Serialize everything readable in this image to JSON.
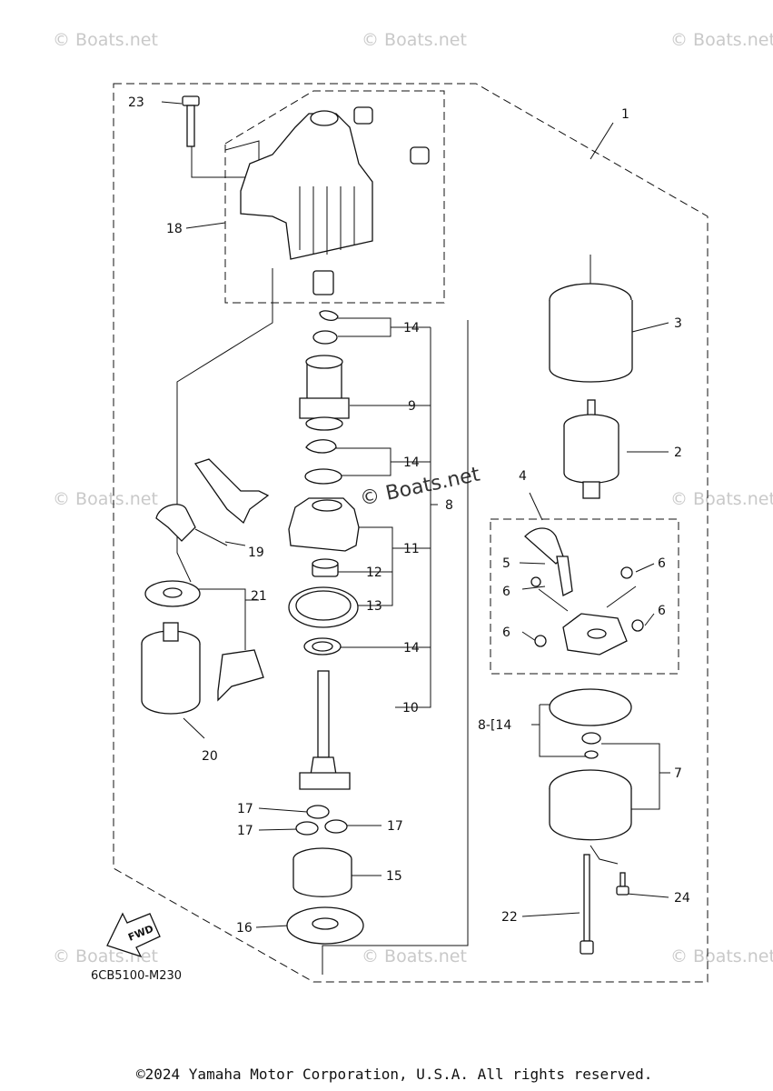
{
  "watermark": "© Boats.net",
  "callouts": {
    "n1": "1",
    "n2": "2",
    "n3": "3",
    "n4": "4",
    "n5": "5",
    "n6": "6",
    "n7": "7",
    "n8": "8",
    "n9": "9",
    "n10": "10",
    "n11": "11",
    "n12": "12",
    "n13": "13",
    "n14": "14",
    "n15": "15",
    "n16": "16",
    "n17": "17",
    "n18": "18",
    "n19": "19",
    "n20": "20",
    "n21": "21",
    "n22": "22",
    "n23": "23",
    "n24": "24",
    "n8_14": "8-[14"
  },
  "fwd_label": "FWD",
  "diagram_code": "6CB5100-M230",
  "footer": "©2024 Yamaha Motor Corporation, U.S.A. All rights reserved."
}
